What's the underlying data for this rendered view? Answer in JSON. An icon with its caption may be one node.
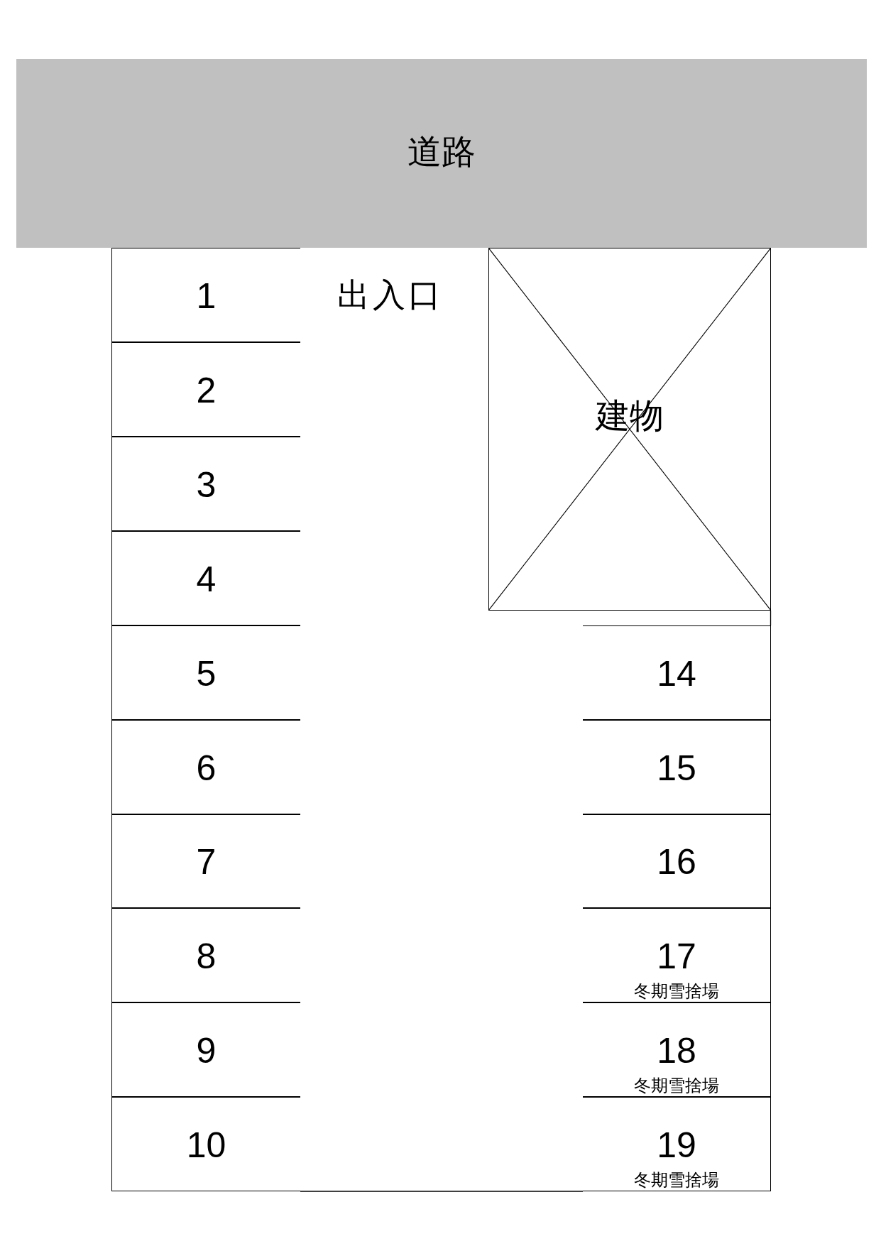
{
  "diagram": {
    "nodes": [
      {
        "text": [
          "道路"
        ]
      },
      {
        "text": [
          "建物"
        ]
      },
      {
        "text": [
          "1"
        ]
      },
      {
        "text": [
          "2"
        ]
      },
      {
        "text": [
          "3"
        ]
      },
      {
        "text": [
          "4"
        ]
      },
      {
        "text": [
          "5"
        ]
      },
      {
        "text": [
          "6"
        ]
      },
      {
        "text": [
          "7"
        ]
      },
      {
        "text": [
          "8"
        ]
      },
      {
        "text": [
          "9"
        ]
      },
      {
        "text": [
          "10"
        ]
      },
      {
        "text": [
          "14"
        ]
      },
      {
        "text": [
          "15"
        ]
      },
      {
        "text": [
          "16"
        ]
      },
      {
        "text": [
          "17",
          "冬期雪捨場"
        ]
      },
      {
        "text": [
          "18",
          "冬期雪捨場"
        ]
      },
      {
        "text": [
          "19",
          "冬期雪捨場"
        ]
      }
    ],
    "labels": [
      "出入口"
    ]
  }
}
